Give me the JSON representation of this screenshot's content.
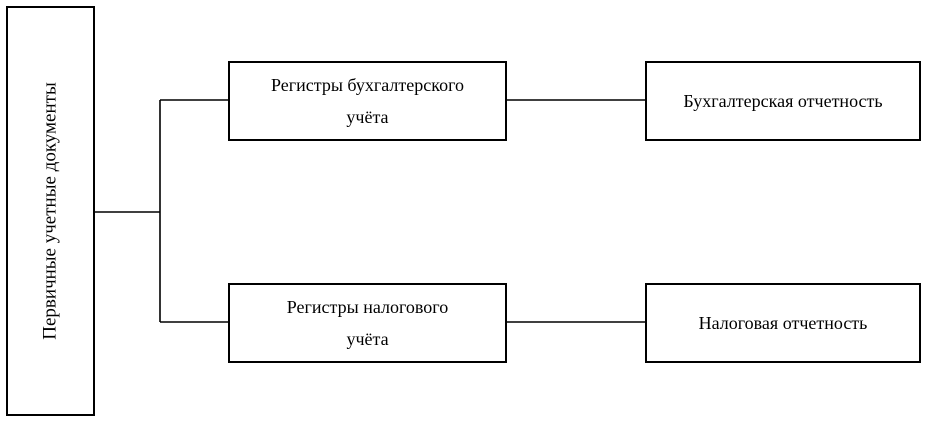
{
  "diagram": {
    "source": {
      "label": "Первичные учетные документы"
    },
    "registers": {
      "accounting": {
        "line1": "Регистры бухгалтерского",
        "line2": "учёта"
      },
      "tax": {
        "line1": "Регистры налогового",
        "line2": "учёта"
      }
    },
    "reports": {
      "accounting": {
        "label": "Бухгалтерская отчетность"
      },
      "tax": {
        "label": "Налоговая отчетность"
      }
    }
  }
}
